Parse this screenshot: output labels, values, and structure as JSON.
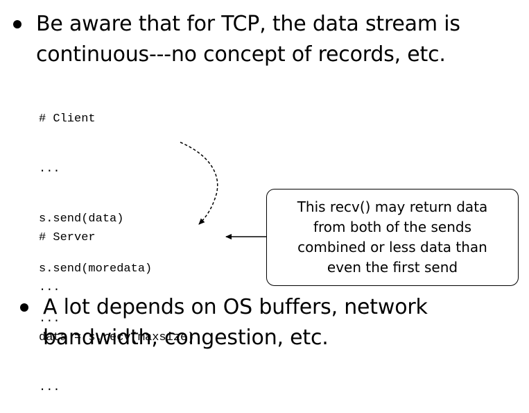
{
  "bullets": [
    {
      "lines": [
        "Be aware that for TCP, the data stream is",
        "continuous---no concept of records, etc."
      ]
    },
    {
      "lines": [
        "A lot depends on OS buffers, network",
        "bandwidth, congestion, etc."
      ]
    }
  ],
  "client_code": [
    "# Client",
    "...",
    "s.send(data)",
    "s.send(moredata)",
    "..."
  ],
  "server_code": [
    "# Server",
    "...",
    "data = s.recv(maxsize)",
    "..."
  ],
  "callout": {
    "lines": [
      "This recv() may return data",
      "from both of the sends",
      "combined or less data than",
      "even the first send"
    ]
  }
}
